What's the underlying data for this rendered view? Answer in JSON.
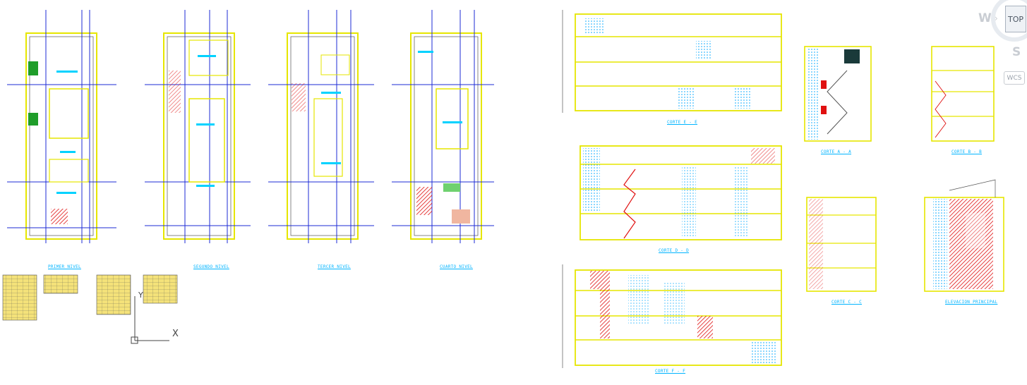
{
  "drawing": {
    "floor_plans": [
      {
        "id": "primer",
        "label": "PRIMER NIVEL"
      },
      {
        "id": "segundo",
        "label": "SEGUNDO NIVEL"
      },
      {
        "id": "tercer",
        "label": "TERCER NIVEL"
      },
      {
        "id": "cuarto",
        "label": "CUARTO NIVEL"
      }
    ],
    "sections": {
      "corte_e": "CORTE E - E",
      "corte_a": "CORTE A - A",
      "corte_b": "CORTE B - B",
      "corte_d": "CORTE D - D",
      "corte_c": "CORTE C - C",
      "elevacion": "ELEVACION PRINCIPAL",
      "corte_f": "CORTE F - F"
    },
    "ucs": {
      "x_label": "X",
      "y_label": "Y"
    }
  },
  "viewcube": {
    "top_label": "TOP",
    "west_label": "W",
    "south_label": "S",
    "wcs_label": "WCS"
  },
  "colors": {
    "wall": "#e6e600",
    "grid": "#1d2bd6",
    "text_accent": "#00b4ff",
    "hatch_red": "#e01010",
    "green_block": "#1f9d2a",
    "line": "#3a3a3a"
  }
}
